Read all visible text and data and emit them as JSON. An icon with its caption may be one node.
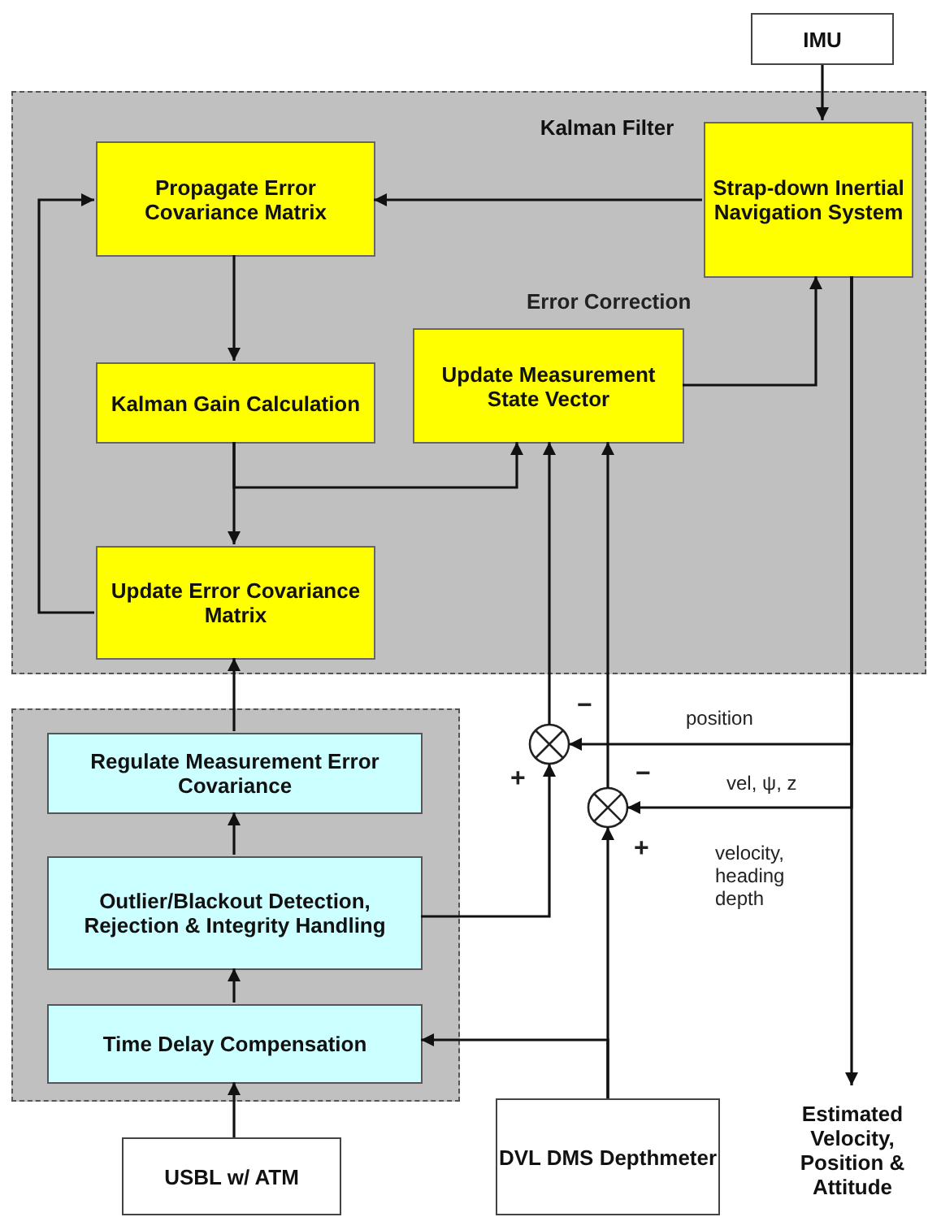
{
  "diagram": {
    "nodes": [
      {
        "text": [
          "IMU"
        ]
      },
      {
        "text": [
          "Kalman Filter"
        ]
      },
      {
        "text": [
          "Propagate Error Covariance Matrix"
        ],
        "in": 1
      },
      {
        "text": [
          "Strap-down Inertial Navigation System"
        ],
        "in": 1
      },
      {
        "text": [
          "Update Measurement State Vector"
        ],
        "in": 1
      },
      {
        "text": [
          "Kalman Gain Calculation"
        ],
        "in": 1
      },
      {
        "text": [
          "Update Error Covariance Matrix"
        ],
        "in": 1
      },
      {
        "text": [],
        "shape": "box"
      },
      {
        "text": [
          "Regulate Measurement Error Covariance"
        ],
        "in": 7
      },
      {
        "text": [
          "Outlier/Blackout Detection, Rejection & Integrity Handling"
        ],
        "in": 7
      },
      {
        "text": [
          "Time Delay Compensation"
        ],
        "in": 7
      },
      {
        "text": [],
        "shape": "circle"
      },
      {
        "text": [],
        "shape": "circle"
      },
      {
        "text": [
          "USBL w/ ATM"
        ]
      },
      {
        "text": [
          "DVL DMS Depthmeter"
        ]
      },
      {
        "text": [
          "Estimated Velocity, Position & Attitude"
        ]
      }
    ],
    "edges": [
      {
        "from": 0,
        "to": 3,
        "arrow": "to"
      },
      {
        "from": 3,
        "to": 2,
        "arrow": "to"
      },
      {
        "from": 2,
        "to": 5,
        "arrow": "to"
      },
      {
        "from": 5,
        "to": 6,
        "arrow": "to"
      },
      {
        "from": 5,
        "to": 4,
        "arrow": "to"
      },
      {
        "from": 6,
        "to": 2,
        "arrow": "to"
      },
      {
        "from": 4,
        "to": 3,
        "arrow": "to"
      },
      {
        "from": 8,
        "to": 6,
        "arrow": "to"
      },
      {
        "from": 9,
        "to": 8,
        "arrow": "to"
      },
      {
        "from": 10,
        "to": 9,
        "arrow": "to"
      },
      {
        "from": 13,
        "to": 10,
        "arrow": "to"
      },
      {
        "from": 9,
        "to": 11,
        "arrow": "to"
      },
      {
        "from": 11,
        "to": 4,
        "arrow": "to"
      },
      {
        "from": 12,
        "to": 4,
        "arrow": "to"
      },
      {
        "from": 3,
        "to": 15,
        "arrow": "to"
      },
      {
        "from": 3,
        "to": 11,
        "arrow": "to",
        "label": "position"
      },
      {
        "from": 3,
        "to": 12,
        "arrow": "to",
        "label": "vel, ψ, z"
      },
      {
        "from": 14,
        "to": 12,
        "arrow": "to"
      },
      {
        "from": 14,
        "to": 10,
        "arrow": "to"
      }
    ],
    "labels": [
      "Error Correction",
      "−",
      "+",
      "−",
      "velocity, heading depth",
      "+"
    ]
  }
}
